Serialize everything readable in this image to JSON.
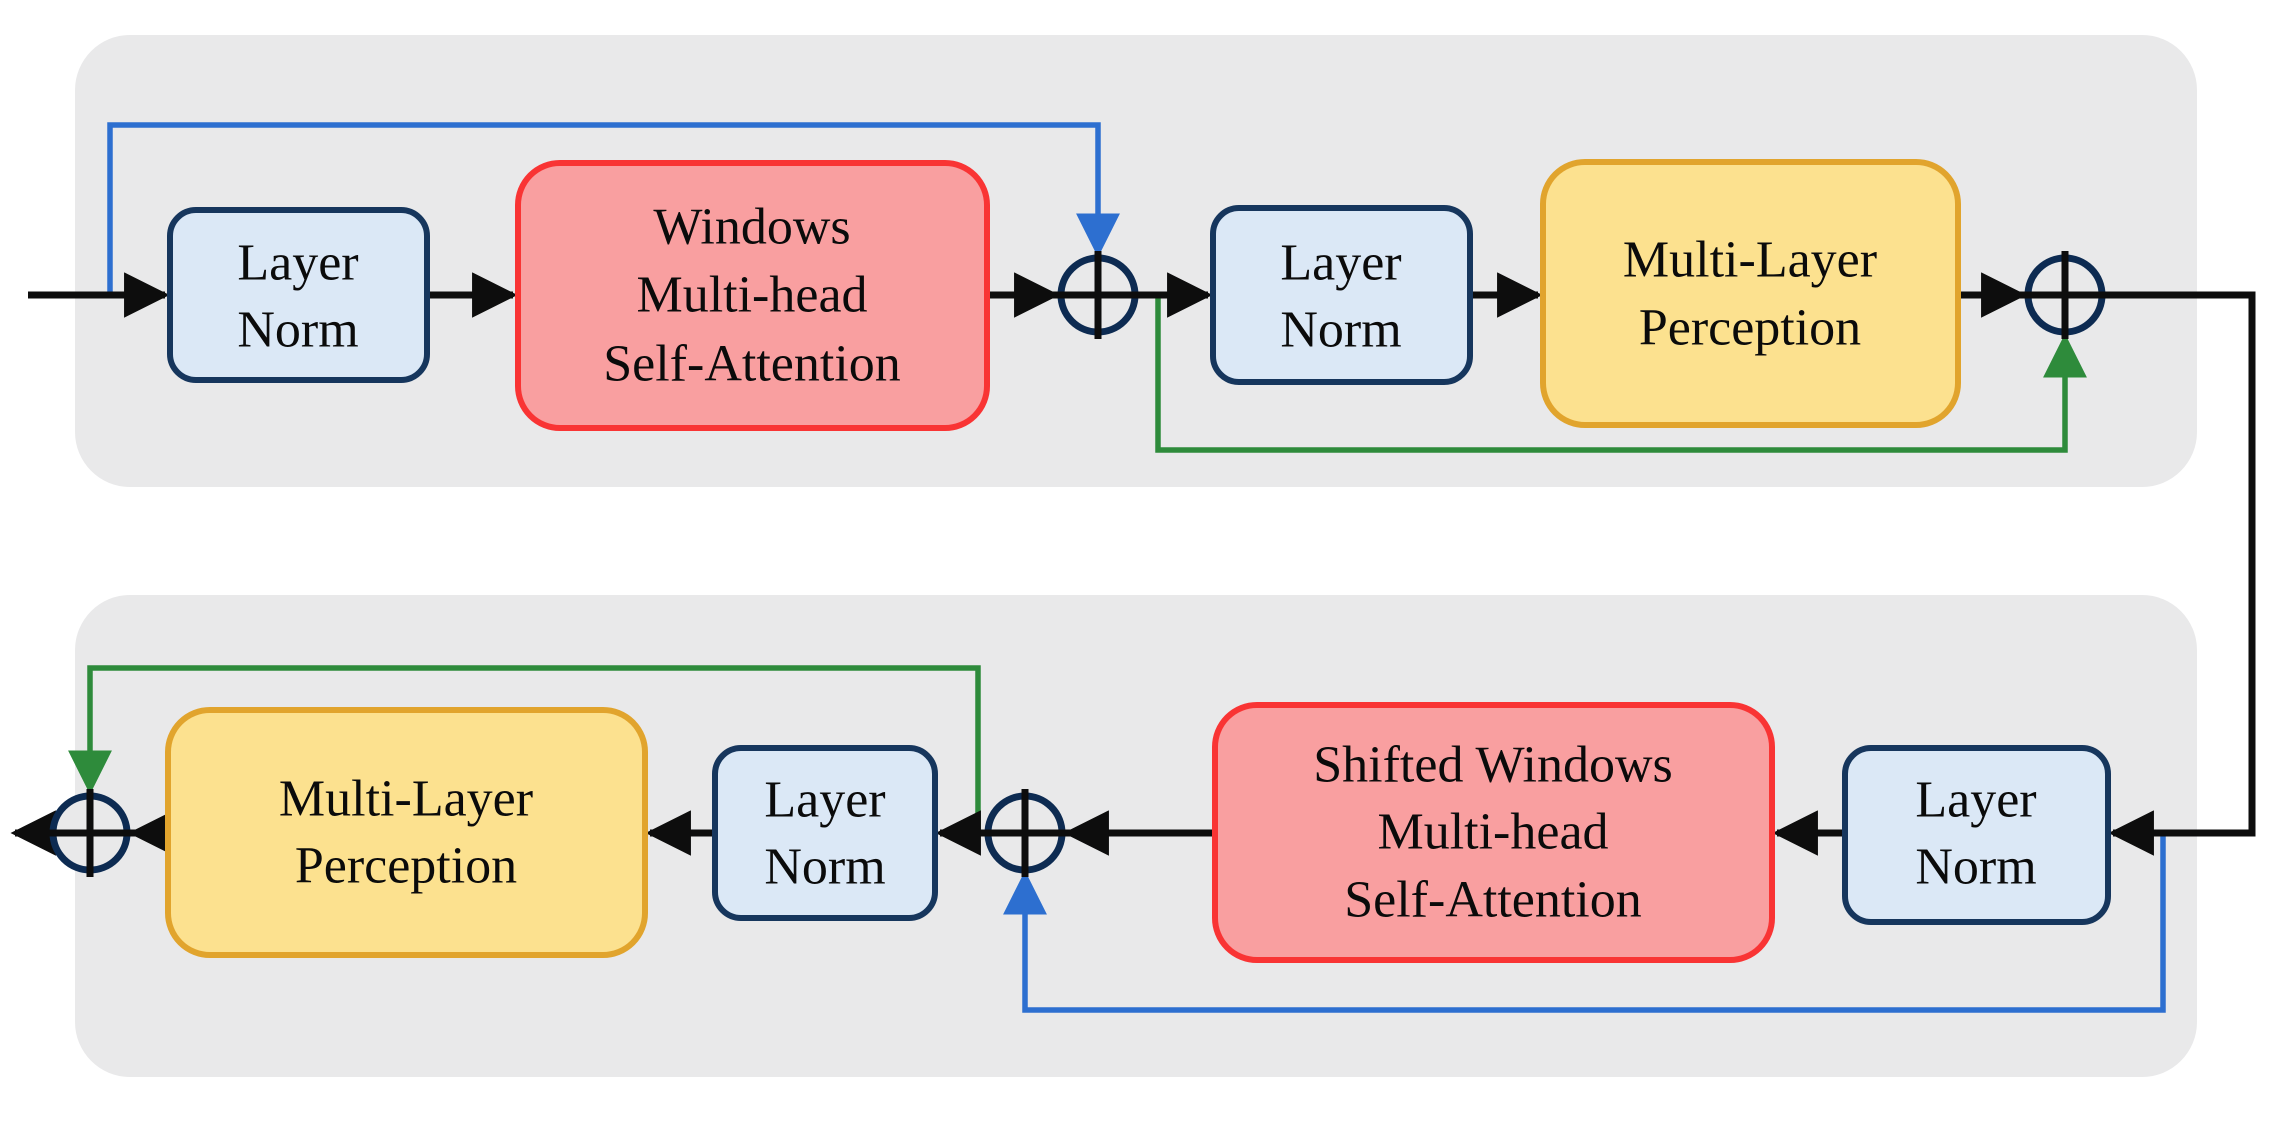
{
  "diagram": {
    "title_semantic": "Swin Transformer successive blocks diagram",
    "colors": {
      "panel": "#e9e9ea",
      "ln_fill": "#dbe8f6",
      "ln_stroke": "#16365d",
      "msa_fill": "#f99fa0",
      "msa_stroke": "#f93434",
      "mlp_fill": "#fce18f",
      "mlp_stroke": "#e1a42d",
      "black": "#0d0d0d",
      "blue": "#2d6fd0",
      "green": "#2e8b3b",
      "plus_stroke": "#0d2b52"
    },
    "blocks": {
      "layer_norm": {
        "line1": "Layer",
        "line2": "Norm"
      },
      "w_msa": {
        "line1": "Windows",
        "line2": "Multi-head",
        "line3": "Self-Attention"
      },
      "sw_msa": {
        "line1": "Shifted Windows",
        "line2": "Multi-head",
        "line3": "Self-Attention"
      },
      "mlp": {
        "line1": "Multi-Layer",
        "line2": "Perception"
      }
    }
  }
}
